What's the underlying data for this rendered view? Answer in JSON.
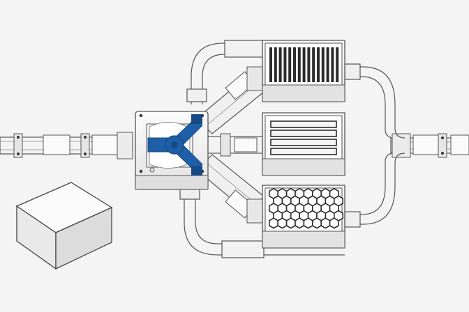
{
  "scene": {
    "colors": {
      "background": "#f4f4f4",
      "body": "#e8e8e8",
      "face": "#f7f7f7",
      "edge": "#555555",
      "dark": "#2b2b2b",
      "robot": "#1f5fa8",
      "robot_dark": "#174a85"
    },
    "components": [
      {
        "id": "left-conveyor",
        "type": "conveyor"
      },
      {
        "id": "right-conveyor",
        "type": "conveyor"
      },
      {
        "id": "central-hub",
        "type": "transfer-hub"
      },
      {
        "id": "robot-arm",
        "type": "tri-arm-robot"
      },
      {
        "id": "upper-chamber",
        "type": "process-chamber",
        "insert": "vertical-fins"
      },
      {
        "id": "middle-chamber",
        "type": "process-chamber",
        "insert": "horizontal-plates"
      },
      {
        "id": "lower-chamber",
        "type": "process-chamber",
        "insert": "hexagonal-cells"
      },
      {
        "id": "upper-left-duct",
        "type": "curved-duct"
      },
      {
        "id": "lower-left-duct",
        "type": "curved-duct"
      },
      {
        "id": "right-return-duct",
        "type": "curved-duct"
      },
      {
        "id": "upper-link-arm",
        "type": "linkage"
      },
      {
        "id": "lower-link-arm",
        "type": "linkage"
      },
      {
        "id": "controller-box",
        "type": "cabinet"
      }
    ]
  }
}
